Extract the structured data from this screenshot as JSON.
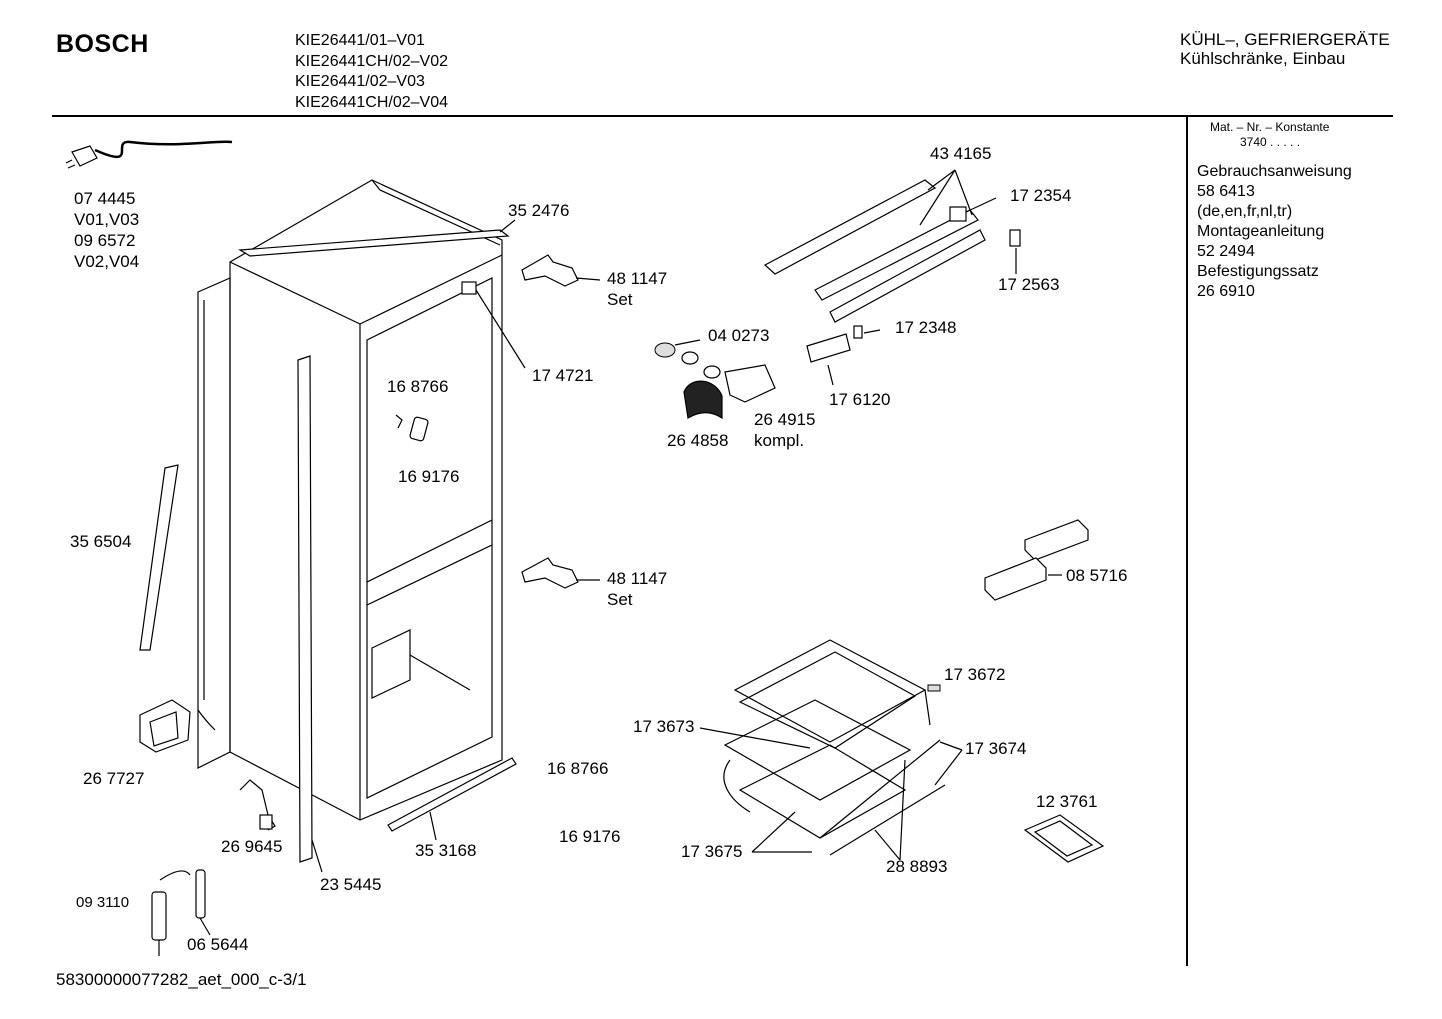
{
  "header": {
    "brand": "BOSCH",
    "models": [
      "KIE26441/01–V01",
      "KIE26441CH/02–V02",
      "KIE26441/02–V03",
      "KIE26441CH/02–V04"
    ],
    "category_line1": "KÜHL–, GEFRIERGERÄTE",
    "category_line2": "Kühlschränke, Einbau"
  },
  "sidebar": {
    "mat_header": "Mat. – Nr. – Konstante",
    "mat_value": "3740 .  .  .  .  .",
    "items": [
      "Gebrauchsanweisung",
      "58 6413",
      "(de,en,fr,nl,tr)",
      "Montageanleitung",
      "52 2494",
      "Befestigungssatz",
      "26 6910"
    ]
  },
  "parts": {
    "p074445": "07 4445",
    "v0103": "V01,V03",
    "p096572": "09 6572",
    "v0204": "V02,V04",
    "p352476": "35 2476",
    "p481147a": "48 1147",
    "set_a": "Set",
    "p174721": "17 4721",
    "p168766a": "16 8766",
    "p169176a": "16 9176",
    "p356504": "35 6504",
    "p481147b": "48 1147",
    "set_b": "Set",
    "p267727": "26 7727",
    "p269645": "26 9645",
    "p235445": "23 5445",
    "p353168": "35 3168",
    "p168766b": "16 8766",
    "p169176b": "16 9176",
    "p093110": "09 3110",
    "p065644": "06 5644",
    "p434165": "43 4165",
    "p172354": "17 2354",
    "p172563": "17 2563",
    "p040273": "04 0273",
    "p172348": "17 2348",
    "p176120": "17 6120",
    "p264915": "26 4915",
    "kompl": "kompl.",
    "p264858": "26 4858",
    "p085716": "08 5716",
    "p173672": "17 3672",
    "p173673": "17 3673",
    "p173674": "17 3674",
    "p123761": "12 3761",
    "p173675": "17 3675",
    "p288893": "28 8893"
  },
  "footer": {
    "doc_id": "58300000077282_aet_000_c-3/1"
  }
}
